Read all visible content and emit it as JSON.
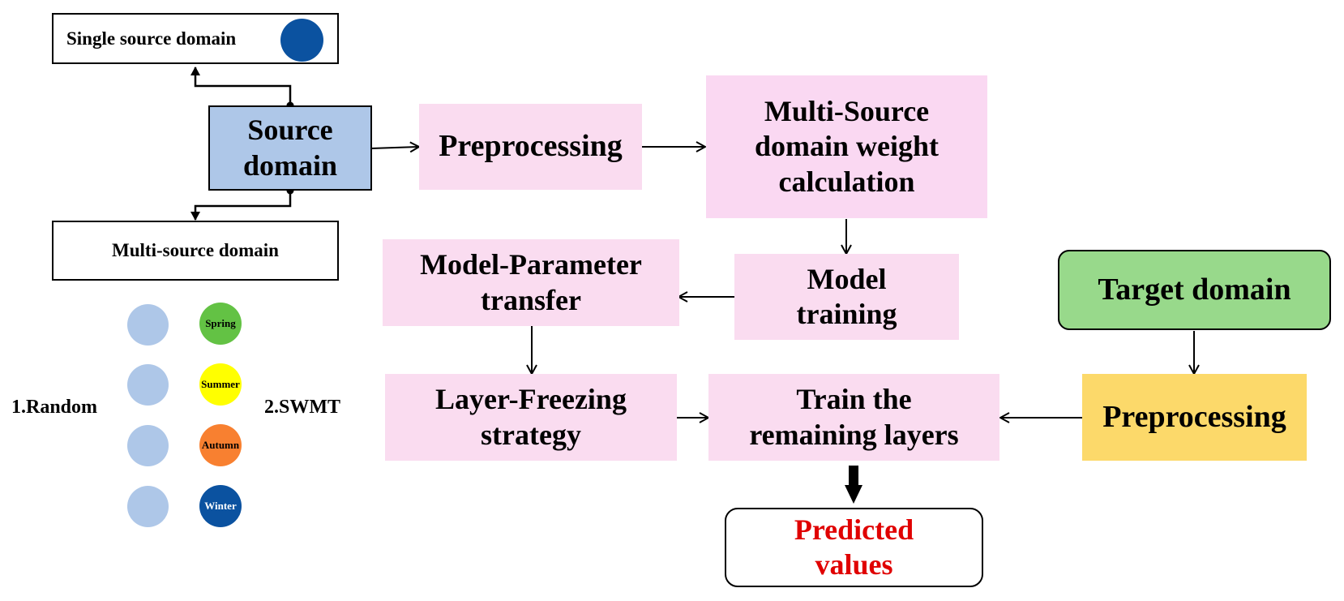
{
  "colors": {
    "source_box_fill": "#aec7e8",
    "process_box_fill": "#fadcf0",
    "target_box_fill": "#98d98b",
    "target_preprocessing_fill": "#fcd96a",
    "predicted_text": "#e00000",
    "single_source_dot": "#0b52a0",
    "random_dot": "#aec7e8",
    "spring": "#63c244",
    "summer": "#ffff00",
    "autumn": "#f88030",
    "winter": "#0b52a0"
  },
  "nodes": {
    "single_source": "Single source domain",
    "source_domain": "Source domain",
    "multi_source": "Multi-source domain",
    "preprocessing_top": "Preprocessing",
    "weight_calc": "Multi-Source domain weight calculation",
    "model_training": "Model training",
    "param_transfer": "Model-Parameter transfer",
    "layer_freezing": "Layer-Freezing strategy",
    "train_remaining": "Train the remaining layers",
    "target_domain": "Target domain",
    "preprocessing_target": "Preprocessing",
    "predicted": "Predicted values"
  },
  "strategies": {
    "random": "1.Random",
    "swmt": "2.SWMT"
  },
  "seasons": {
    "spring": "Spring",
    "summer": "Summer",
    "autumn": "Autumn",
    "winter": "Winter"
  }
}
